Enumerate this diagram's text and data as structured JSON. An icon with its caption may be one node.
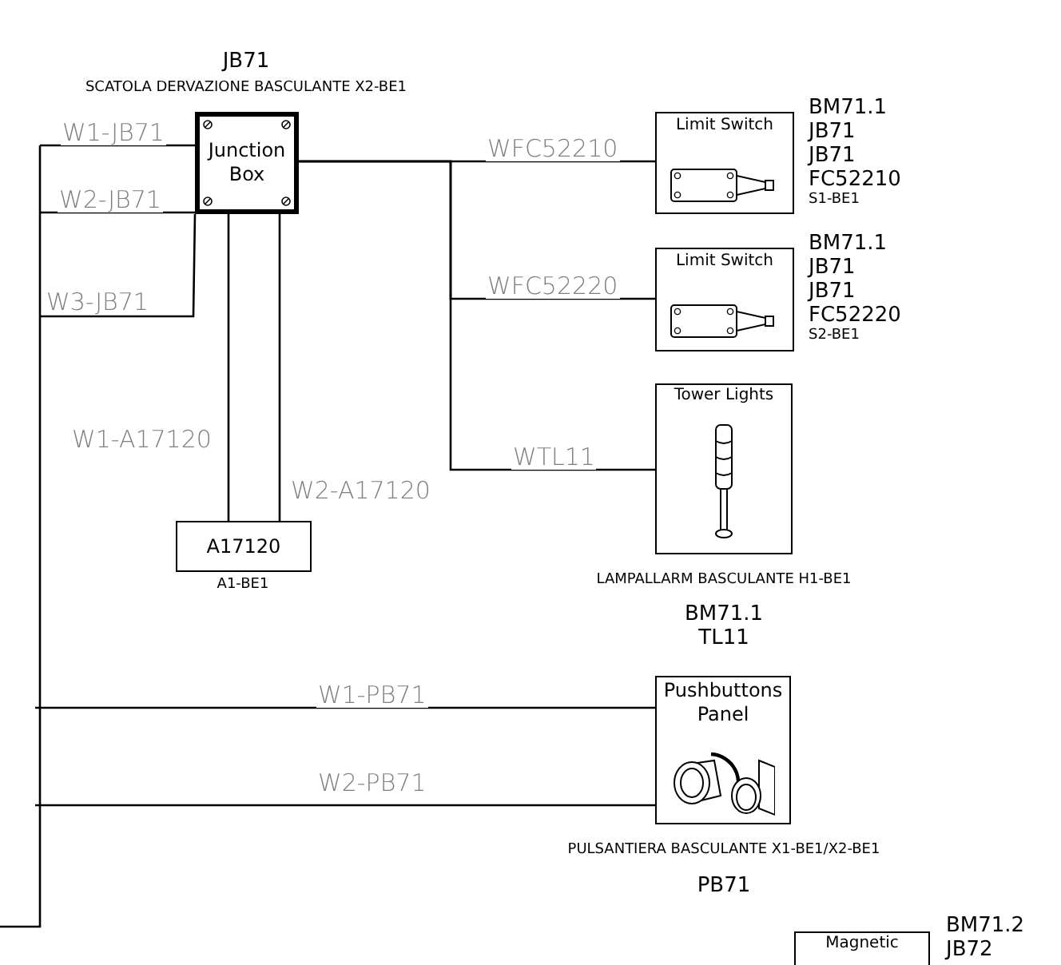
{
  "diagram": {
    "nodes": [
      {
        "text": [
          "Junction Box"
        ],
        "beside": [
          "JB71",
          "SCATOLA DERVAZIONE BASCULANTE X2-BE1"
        ]
      },
      {
        "text": [
          "Limit Switch"
        ],
        "beside": [
          "BM71.1",
          "JB71",
          "JB71",
          "FC52210",
          "S1-BE1"
        ]
      },
      {
        "text": [
          "Limit Switch"
        ],
        "beside": [
          "BM71.1",
          "JB71",
          "JB71",
          "FC52220",
          "S2-BE1"
        ]
      },
      {
        "text": [
          "Tower Lights"
        ],
        "beside": [
          "LAMPALLARM BASCULANTE H1-BE1",
          "BM71.1",
          "TL11"
        ]
      },
      {
        "text": [
          "A17120"
        ],
        "beside": [
          "A1-BE1"
        ]
      },
      {
        "text": [
          "Pushbuttons Panel"
        ],
        "beside": [
          "PULSANTIERA BASCULANTE X1-BE1/X2-BE1",
          "PB71"
        ]
      },
      {
        "text": [
          "Magnetic"
        ],
        "beside": [
          "BM71.2",
          "JB72"
        ]
      }
    ],
    "edges": [
      {
        "from": null,
        "to": 0,
        "arrow": "none",
        "label": "W1-JB71"
      },
      {
        "from": null,
        "to": 0,
        "arrow": "none",
        "label": "W2-JB71"
      },
      {
        "from": null,
        "to": 0,
        "arrow": "none",
        "label": "W3-JB71"
      },
      {
        "from": 0,
        "to": 1,
        "arrow": "none",
        "label": "WFC52210"
      },
      {
        "from": 0,
        "to": 2,
        "arrow": "none",
        "label": "WFC52220"
      },
      {
        "from": 0,
        "to": 3,
        "arrow": "none",
        "label": "WTL11"
      },
      {
        "from": 0,
        "to": 4,
        "arrow": "none",
        "label": "W1-A17120"
      },
      {
        "from": 0,
        "to": 4,
        "arrow": "none",
        "label": "W2-A17120"
      },
      {
        "from": null,
        "to": 5,
        "arrow": "none",
        "label": "W1-PB71"
      },
      {
        "from": null,
        "to": 5,
        "arrow": "none",
        "label": "W2-PB71"
      }
    ]
  }
}
